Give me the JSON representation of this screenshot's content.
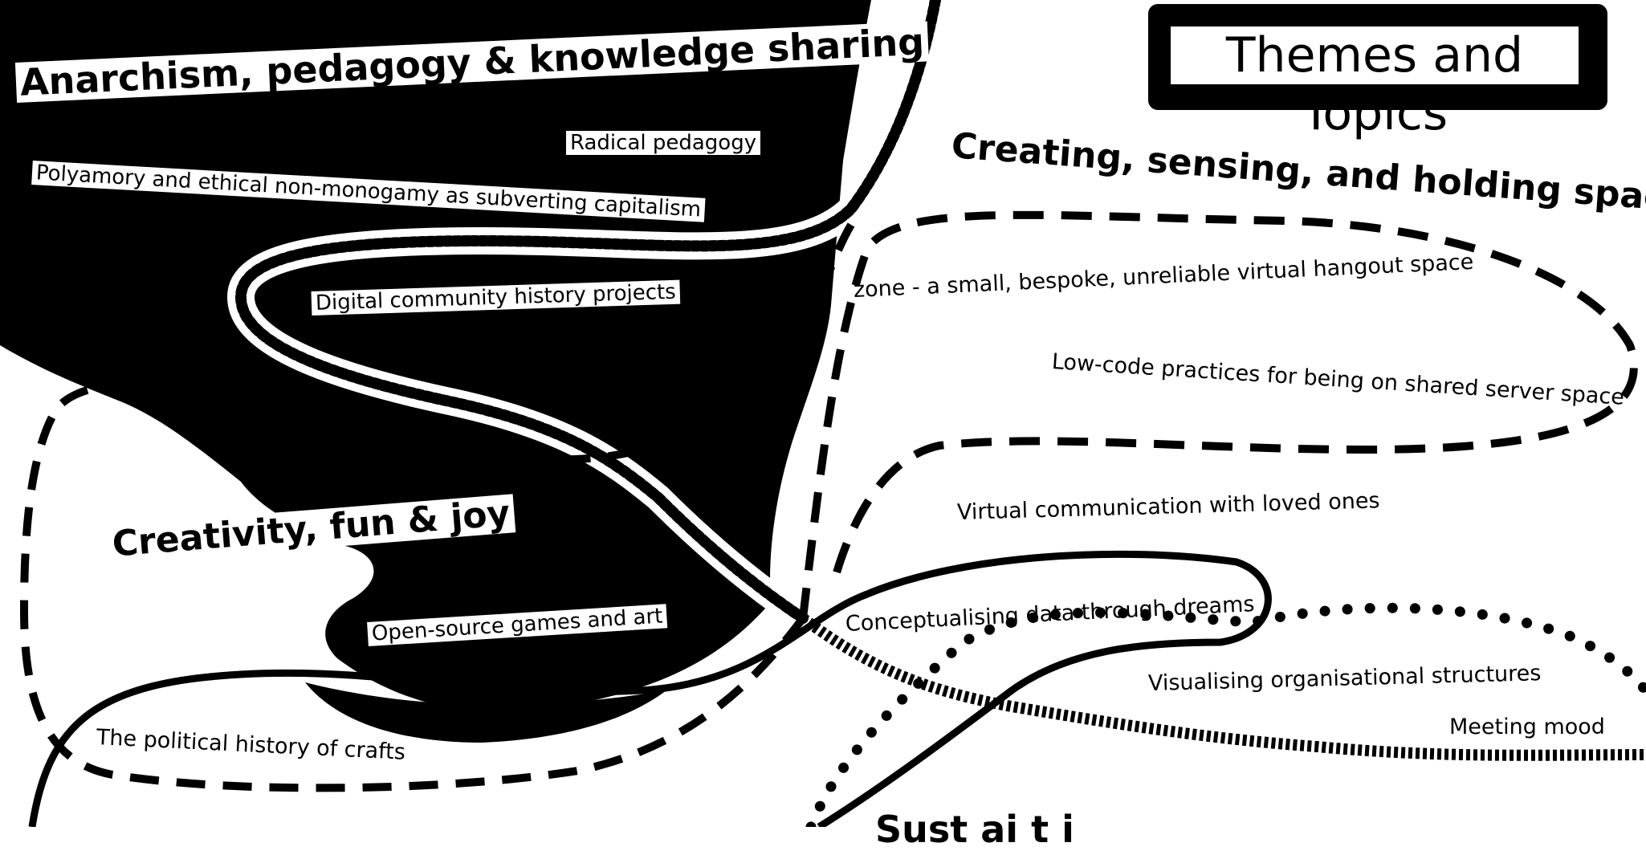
{
  "title": "Themes and Topics",
  "sections": {
    "anarchism": "Anarchism, pedagogy & knowledge sharing",
    "space": "Creating, sensing, and holding space",
    "creativity": "Creativity, fun & joy",
    "bottom_partial": "Sust ai t i"
  },
  "topics": {
    "radical_pedagogy": "Radical pedagogy",
    "polyamory": "Polyamory and ethical non-monogamy as subverting capitalism",
    "digital_history": "Digital community history projects",
    "zone": "zone - a small, bespoke, unreliable virtual hangout space",
    "low_code": "Low-code practices for being on shared server space",
    "virtual_comm": "Virtual communication with loved ones",
    "dreams": "Conceptualising data through dreams",
    "open_source": "Open-source games and art",
    "org_structures": "Visualising organisational structures",
    "meeting_mood": "Meeting mood",
    "crafts": "The political history of crafts"
  },
  "colors": {
    "ink": "#000000",
    "paper": "#ffffff"
  }
}
